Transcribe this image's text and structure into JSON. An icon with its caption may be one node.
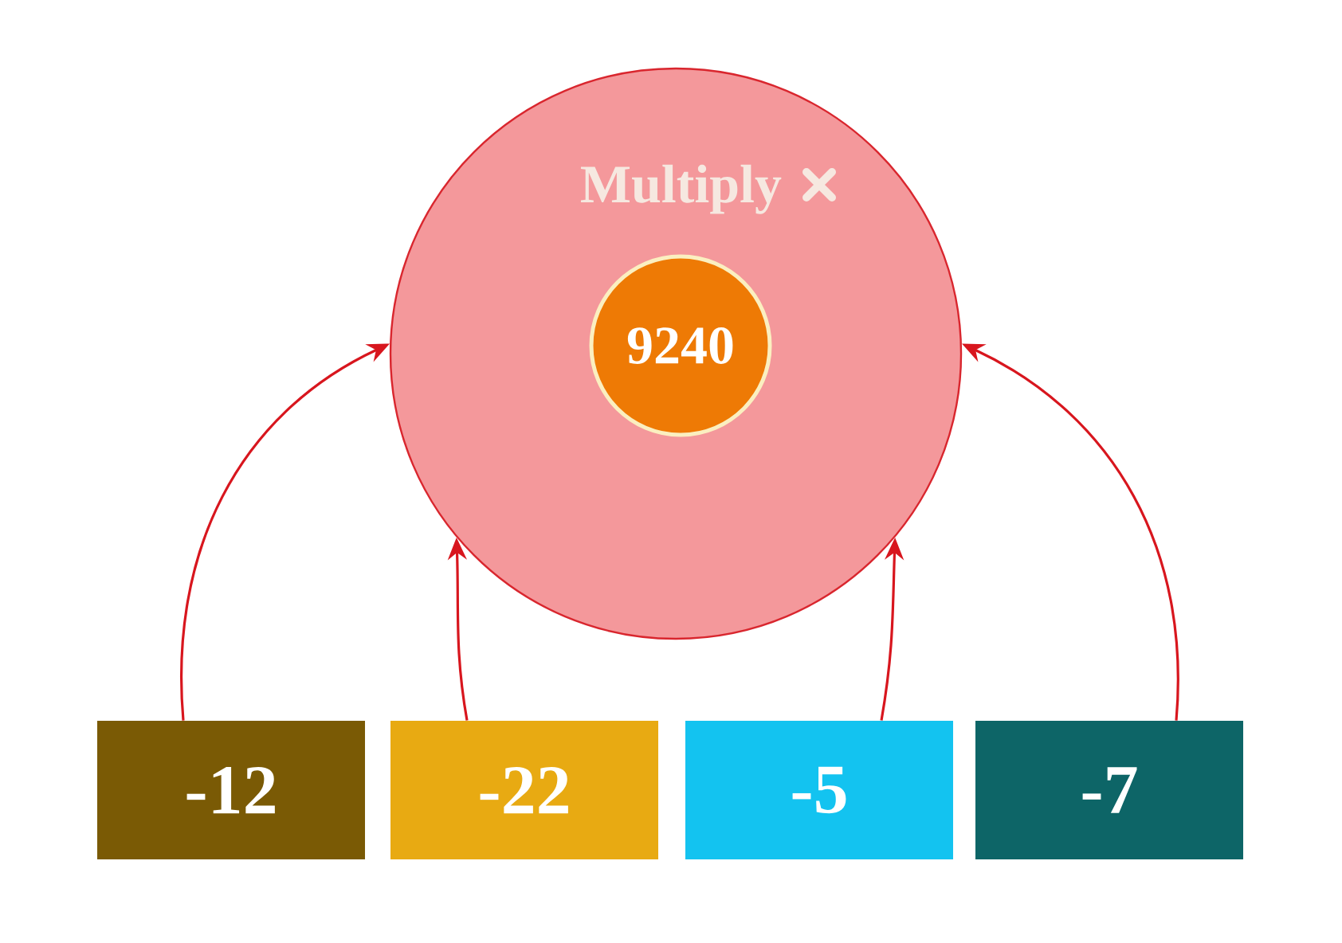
{
  "diagram": {
    "nodes": [
      {
        "text": [
          "Multiply"
        ]
      },
      {
        "text": [
          "9240"
        ],
        "in": 0
      },
      {
        "text": [
          "-12"
        ]
      },
      {
        "text": [
          "-22"
        ]
      },
      {
        "text": [
          "-5"
        ]
      },
      {
        "text": [
          "-7"
        ]
      }
    ],
    "edges": [
      {
        "from": 2,
        "to": 0,
        "arrow": "to"
      },
      {
        "from": 3,
        "to": 0,
        "arrow": "to"
      },
      {
        "from": 4,
        "to": 0,
        "arrow": "to"
      },
      {
        "from": 5,
        "to": 0,
        "arrow": "to"
      }
    ]
  }
}
